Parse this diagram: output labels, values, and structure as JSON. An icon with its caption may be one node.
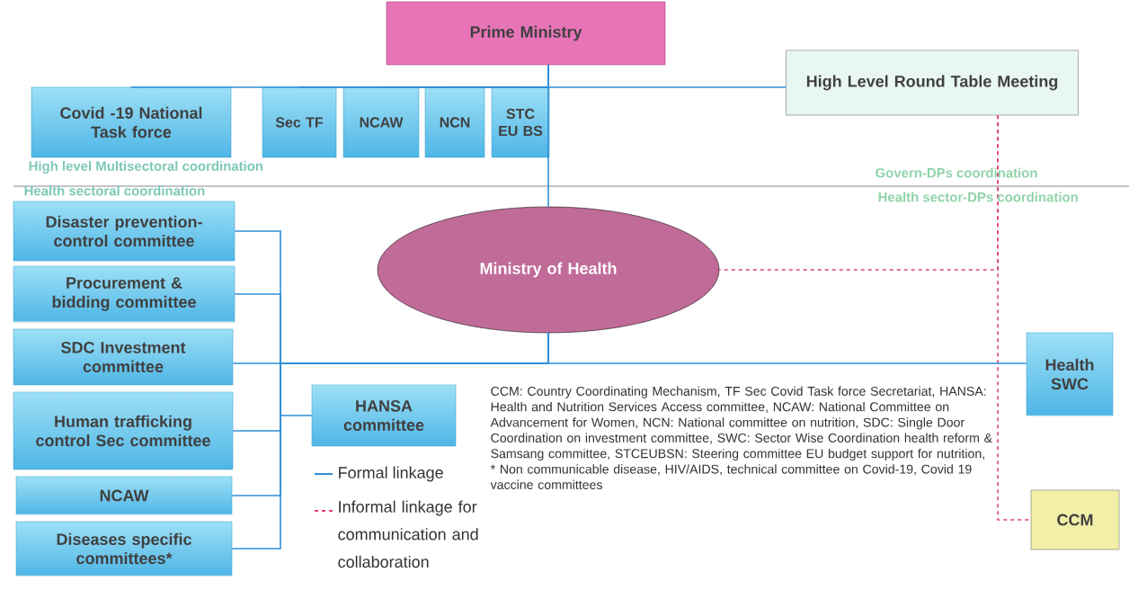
{
  "diagram": {
    "nodes": [
      {
        "text": [
          "Prime Ministry"
        ]
      },
      {
        "text": [
          "High Level Round Table Meeting"
        ]
      },
      {
        "text": [
          "Covid -19 National Task force"
        ]
      },
      {
        "text": [
          "Sec TF"
        ]
      },
      {
        "text": [
          "NCAW"
        ]
      },
      {
        "text": [
          "NCN"
        ]
      },
      {
        "text": [
          "STC EU BS"
        ]
      },
      {
        "text": [
          "Ministry of Health"
        ]
      },
      {
        "text": [
          "Disaster prevention-control committee"
        ]
      },
      {
        "text": [
          "Procurement & bidding committee"
        ]
      },
      {
        "text": [
          "SDC Investment committee"
        ]
      },
      {
        "text": [
          "Human trafficking control Sec committee"
        ]
      },
      {
        "text": [
          "NCAW"
        ]
      },
      {
        "text": [
          "Diseases specific committees*"
        ]
      },
      {
        "text": [
          "HANSA committee"
        ]
      },
      {
        "text": [
          "Health SWC"
        ]
      },
      {
        "text": [
          "CCM"
        ]
      }
    ],
    "edges": [
      {
        "from": 0,
        "to": 1,
        "arrow": "none"
      },
      {
        "from": 0,
        "to": 2,
        "arrow": "none"
      },
      {
        "from": 0,
        "to": 3,
        "arrow": "none"
      },
      {
        "from": 0,
        "to": 4,
        "arrow": "none"
      },
      {
        "from": 0,
        "to": 5,
        "arrow": "none"
      },
      {
        "from": 0,
        "to": 6,
        "arrow": "none"
      },
      {
        "from": 0,
        "to": 7,
        "arrow": "none"
      },
      {
        "from": 1,
        "to": 7,
        "arrow": "none",
        "style": "dashed",
        "color": "#e0407a"
      },
      {
        "from": 1,
        "to": 16,
        "arrow": "none",
        "style": "dashed",
        "color": "#e0407a"
      },
      {
        "from": 7,
        "to": 8,
        "arrow": "none"
      },
      {
        "from": 7,
        "to": 9,
        "arrow": "none"
      },
      {
        "from": 7,
        "to": 10,
        "arrow": "none"
      },
      {
        "from": 7,
        "to": 11,
        "arrow": "none"
      },
      {
        "from": 7,
        "to": 12,
        "arrow": "none"
      },
      {
        "from": 7,
        "to": 13,
        "arrow": "none"
      },
      {
        "from": 7,
        "to": 14,
        "arrow": "none"
      },
      {
        "from": 7,
        "to": 15,
        "arrow": "none"
      }
    ],
    "labels": [
      "High level Multisectoral coordination",
      "Health sectoral coordination",
      "Govern-DPs coordination",
      "Health sector-DPs coordination",
      "CCM: Country Coordinating Mechanism, TF Sec Covid Task force Secretariat, HANSA: Health and Nutrition Services Access committee, NCAW: National Committee on Advancement for Women, NCN: National committee on nutrition, SDC: Single Door Coordination on investment committee, SWC: Sector Wise Coordination health reform & Samsang committee, STCEUBSN: Steering committee EU budget support for nutrition, * Non communicable disease, HIV/AIDS, technical committee on Covid-19, Covid 19 vaccine committees"
    ],
    "legend": [
      {
        "text": "Formal linkage"
      },
      {
        "text": "Informal linkage for communication and collaboration"
      }
    ]
  }
}
